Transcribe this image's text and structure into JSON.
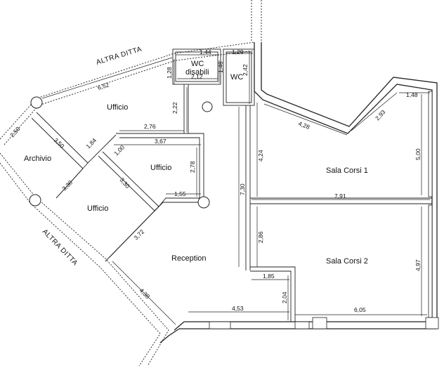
{
  "neighbors": {
    "top": "ALTRA DITTA",
    "left": "ALTRA DITTA"
  },
  "rooms": {
    "ufficio_top": "Ufficio",
    "wc_disabili_line1": "WC",
    "wc_disabili_line2": "disabili",
    "wc": "WC",
    "archivio": "Archivio",
    "ufficio_mid": "Ufficio",
    "ufficio_low": "Ufficio",
    "reception": "Reception",
    "sala_corsi_1": "Sala Corsi 1",
    "sala_corsi_2": "Sala Corsi 2"
  },
  "dimensions": {
    "d_6_52": "6,52",
    "d_1_28": "1,28",
    "d_1_44": "1,44",
    "d_1_29": "1,29",
    "d_1_46": "1,46",
    "d_2_12": "2,12",
    "d_2_42": "2,42",
    "d_2_22": "2,22",
    "d_2_76": "2,76",
    "d_2_50": "2,50",
    "d_3_50": "3,50",
    "d_1_84": "1,84",
    "d_1_00": "1,00",
    "d_3_67": "3,67",
    "d_2_78": "2,78",
    "d_3_30_a": "3,30",
    "d_3_30_b": "3,30",
    "d_1_55": "1,55",
    "d_3_72": "3,72",
    "d_4_38": "4,38",
    "d_4_53": "4,53",
    "d_2_04": "2,04",
    "d_1_85": "1,85",
    "d_2_86": "2,86",
    "d_7_30": "7,30",
    "d_4_24": "4,24",
    "d_4_28": "4,28",
    "d_2_93": "2,93",
    "d_1_48": "1,48",
    "d_5_00": "5,00",
    "d_7_91": "7,91",
    "d_4_97": "4,97",
    "d_6_05": "6,05"
  }
}
